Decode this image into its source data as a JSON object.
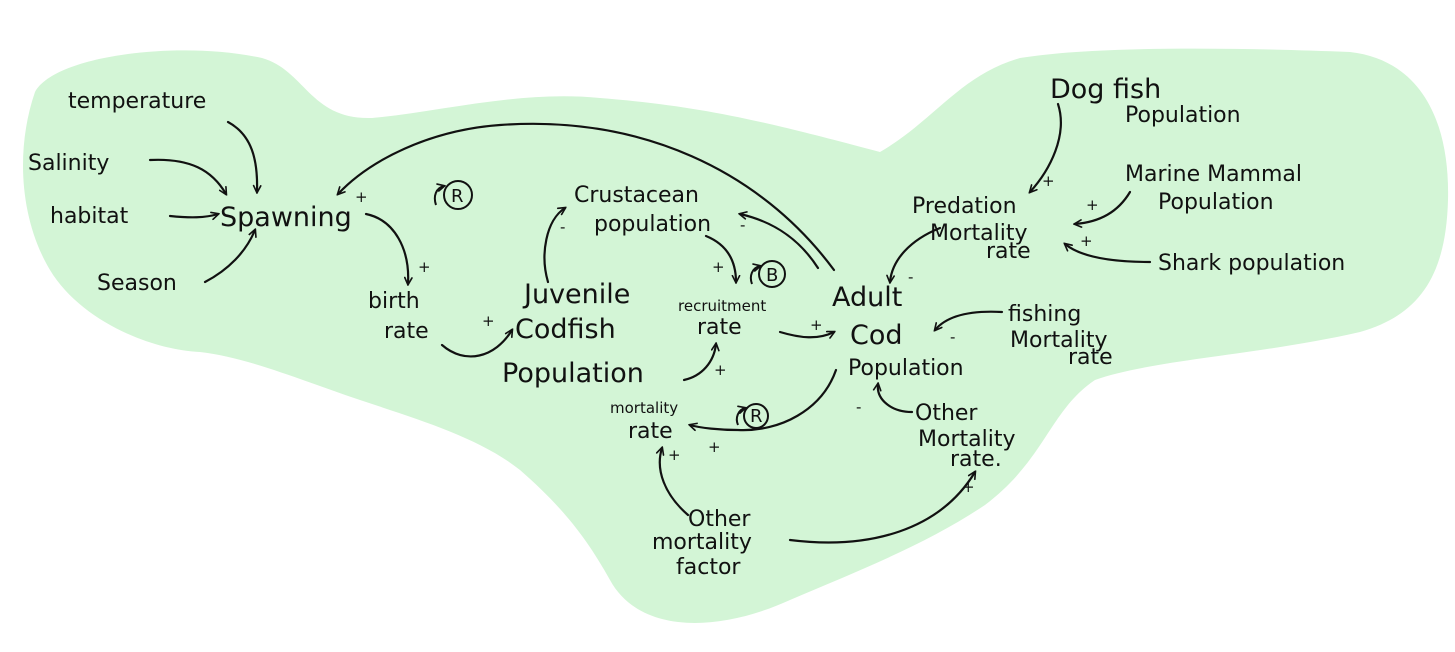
{
  "colors": {
    "blob": "#d3f5d6",
    "ink": "#111111"
  },
  "nodes": {
    "temperature": [
      "temperature"
    ],
    "salinity": [
      "Salinity"
    ],
    "habitat": [
      "habitat"
    ],
    "season": [
      "Season"
    ],
    "spawning": [
      "Spawning"
    ],
    "birth_rate": [
      "birth",
      "rate"
    ],
    "juvenile": [
      "Juvenile",
      "Codfish"
    ],
    "population": [
      "Population"
    ],
    "crustacean": [
      "Crustacean",
      "population"
    ],
    "recruitment": [
      "recruitment",
      "rate"
    ],
    "adult": [
      "Adult",
      "Cod",
      "Population"
    ],
    "juv_mortality": [
      "mortality",
      "rate"
    ],
    "dogfish": [
      "Dog fish",
      "Population"
    ],
    "predation": [
      "Predation",
      "Mortality",
      "rate"
    ],
    "marine_mammal": [
      "Marine Mammal",
      "Population"
    ],
    "shark": [
      "Shark population"
    ],
    "fishing": [
      "fishing",
      "Mortality",
      "rate"
    ],
    "other_mortality_rate": [
      "Other",
      "Mortality",
      "rate."
    ],
    "other_factor": [
      "Other",
      "mortality",
      "factor"
    ]
  },
  "signs": {
    "spawn_top": "+",
    "spawn_to_birth": "+",
    "birth_to_juv": "+",
    "juv_to_crust": "-",
    "adult_to_crust": "-",
    "crust_to_recruit": "+",
    "pop_to_recruit": "+",
    "recruit_to_adult": "+",
    "adult_to_mort": "+",
    "factor_to_mort": "+",
    "factor_to_other": "+",
    "other_to_adult": "-",
    "fishing_to_adult": "-",
    "predation_to_adult": "-",
    "dogfish_to_pred": "+",
    "mammal_to_pred": "+",
    "shark_to_pred": "+"
  },
  "loops": {
    "spawning": "R",
    "recruitment": "B",
    "mortality": "R"
  }
}
